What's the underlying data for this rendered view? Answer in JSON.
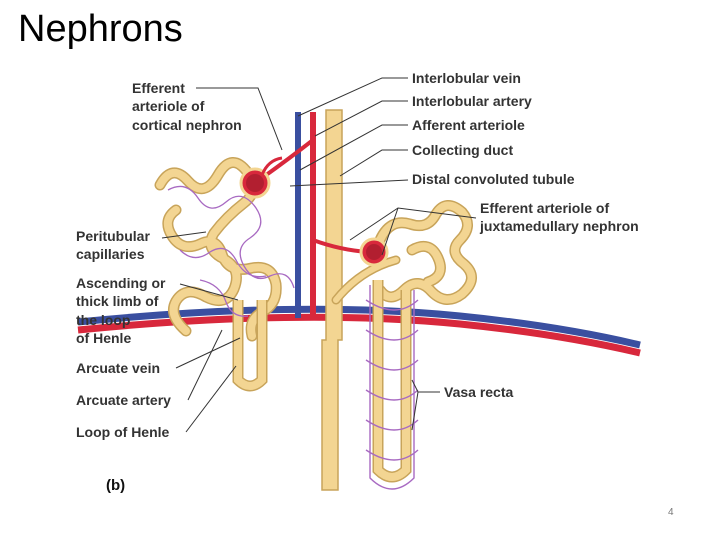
{
  "slide": {
    "title": "Nephrons",
    "page_number": "4"
  },
  "figure": {
    "panel_letter": "(b)",
    "labels": {
      "efferent_cortical": [
        "Efferent",
        "arteriole of",
        "cortical nephron"
      ],
      "peritubular": [
        "Peritubular",
        "capillaries"
      ],
      "ascending_limb": [
        "Ascending or",
        "thick limb of",
        "the loop",
        "of Henle"
      ],
      "arcuate_vein": "Arcuate vein",
      "arcuate_artery": "Arcuate artery",
      "loop_of_henle": "Loop of Henle",
      "interlobular_vein": "Interlobular vein",
      "interlobular_artery": "Interlobular artery",
      "afferent_arteriole": "Afferent arteriole",
      "collecting_duct": "Collecting duct",
      "distal_convoluted_tubule": "Distal convoluted tubule",
      "efferent_juxtamedullary": [
        "Efferent arteriole of",
        "juxtamedullary nephron"
      ],
      "vasa_recta": "Vasa recta"
    },
    "colors": {
      "artery": "#d8283c",
      "vein": "#3a4fa0",
      "tubule": "#f3d592",
      "tubule_outline": "#c8a45a",
      "capillary": "#a86ac2"
    }
  }
}
